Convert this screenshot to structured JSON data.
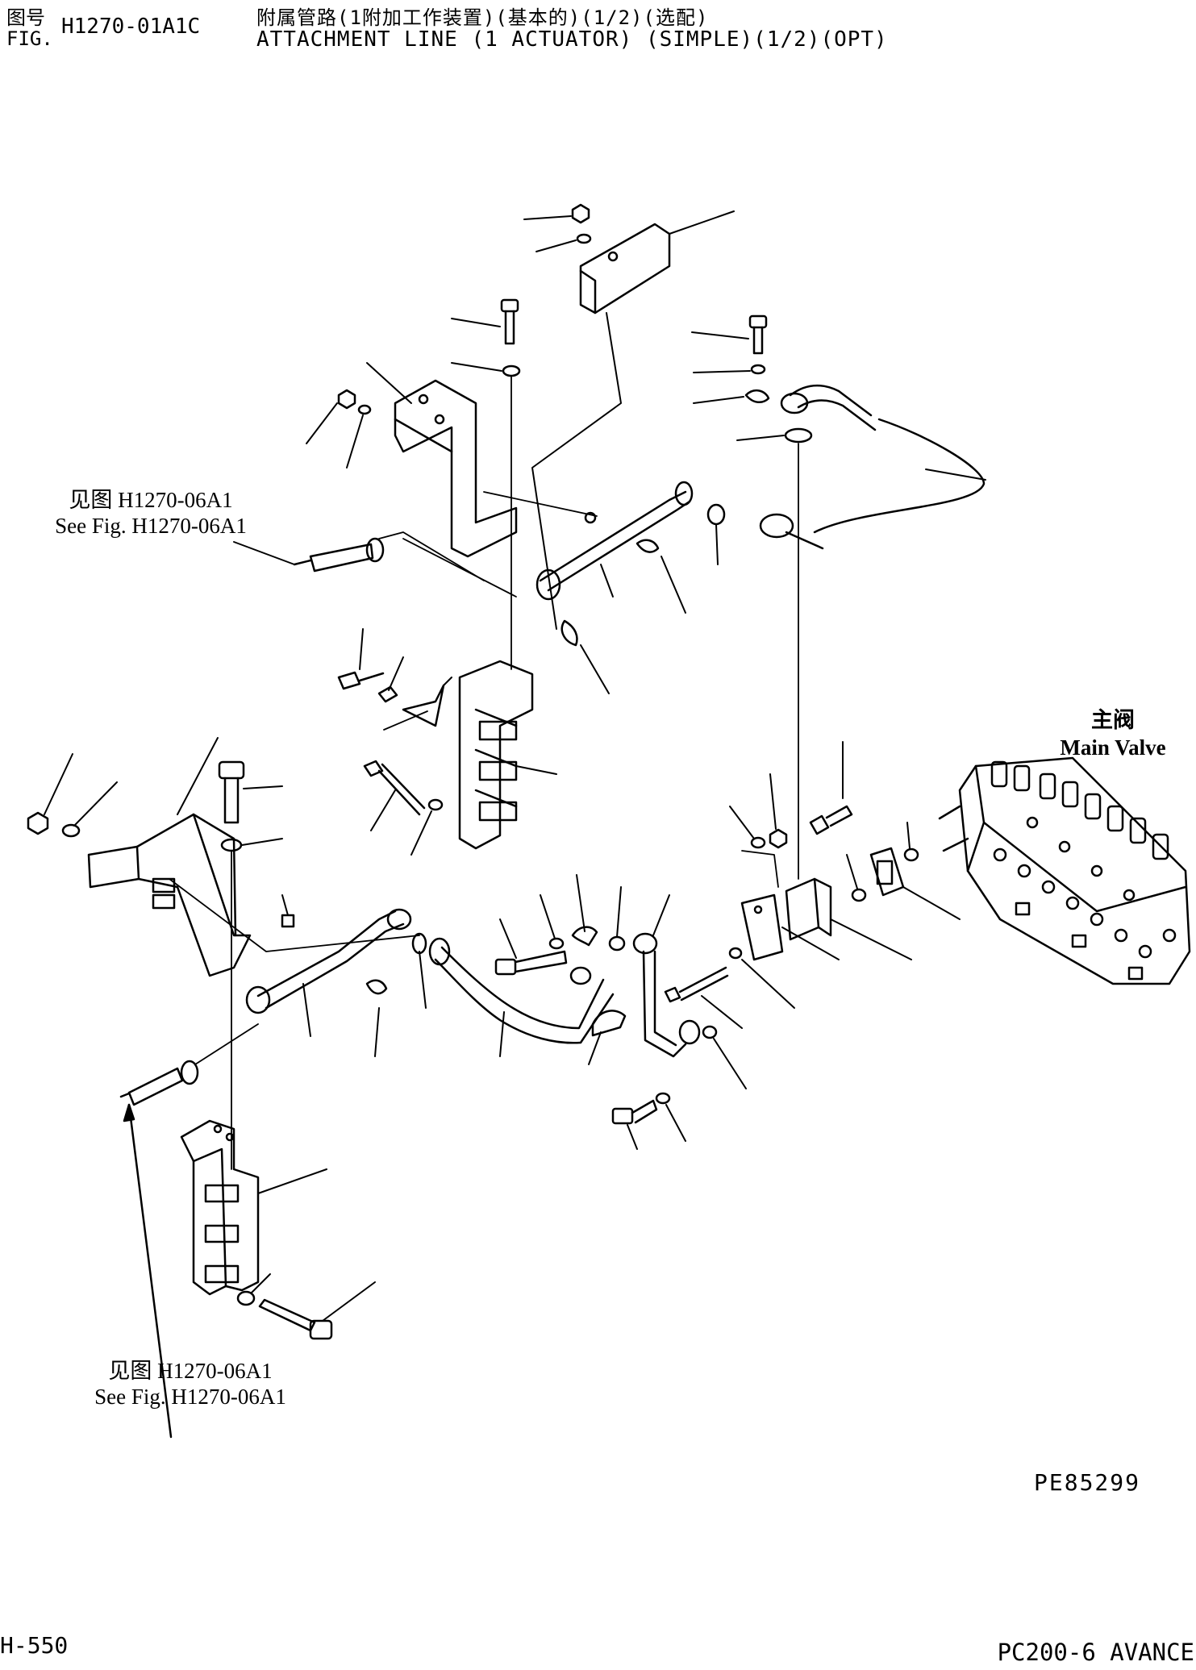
{
  "header": {
    "fig_label_zh": "图号",
    "fig_label_en": "FIG.",
    "fig_number": "H1270-01A1C",
    "title_zh": "附属管路(1附加工作装置)(基本的)(1/2)(选配)",
    "title_en": "ATTACHMENT LINE (1 ACTUATOR) (SIMPLE)(1/2)(OPT)"
  },
  "references": {
    "top": {
      "zh": "见图 H1270-06A1",
      "en": "See Fig. H1270-06A1"
    },
    "bottom": {
      "zh": "见图 H1270-06A1",
      "en": "See Fig. H1270-06A1"
    }
  },
  "labels": {
    "main_valve_zh": "主阀",
    "main_valve_en": "Main Valve"
  },
  "footer": {
    "drawing_code": "PE85299",
    "page_number": "H-550",
    "model": "PC200-6 AVANCE"
  }
}
